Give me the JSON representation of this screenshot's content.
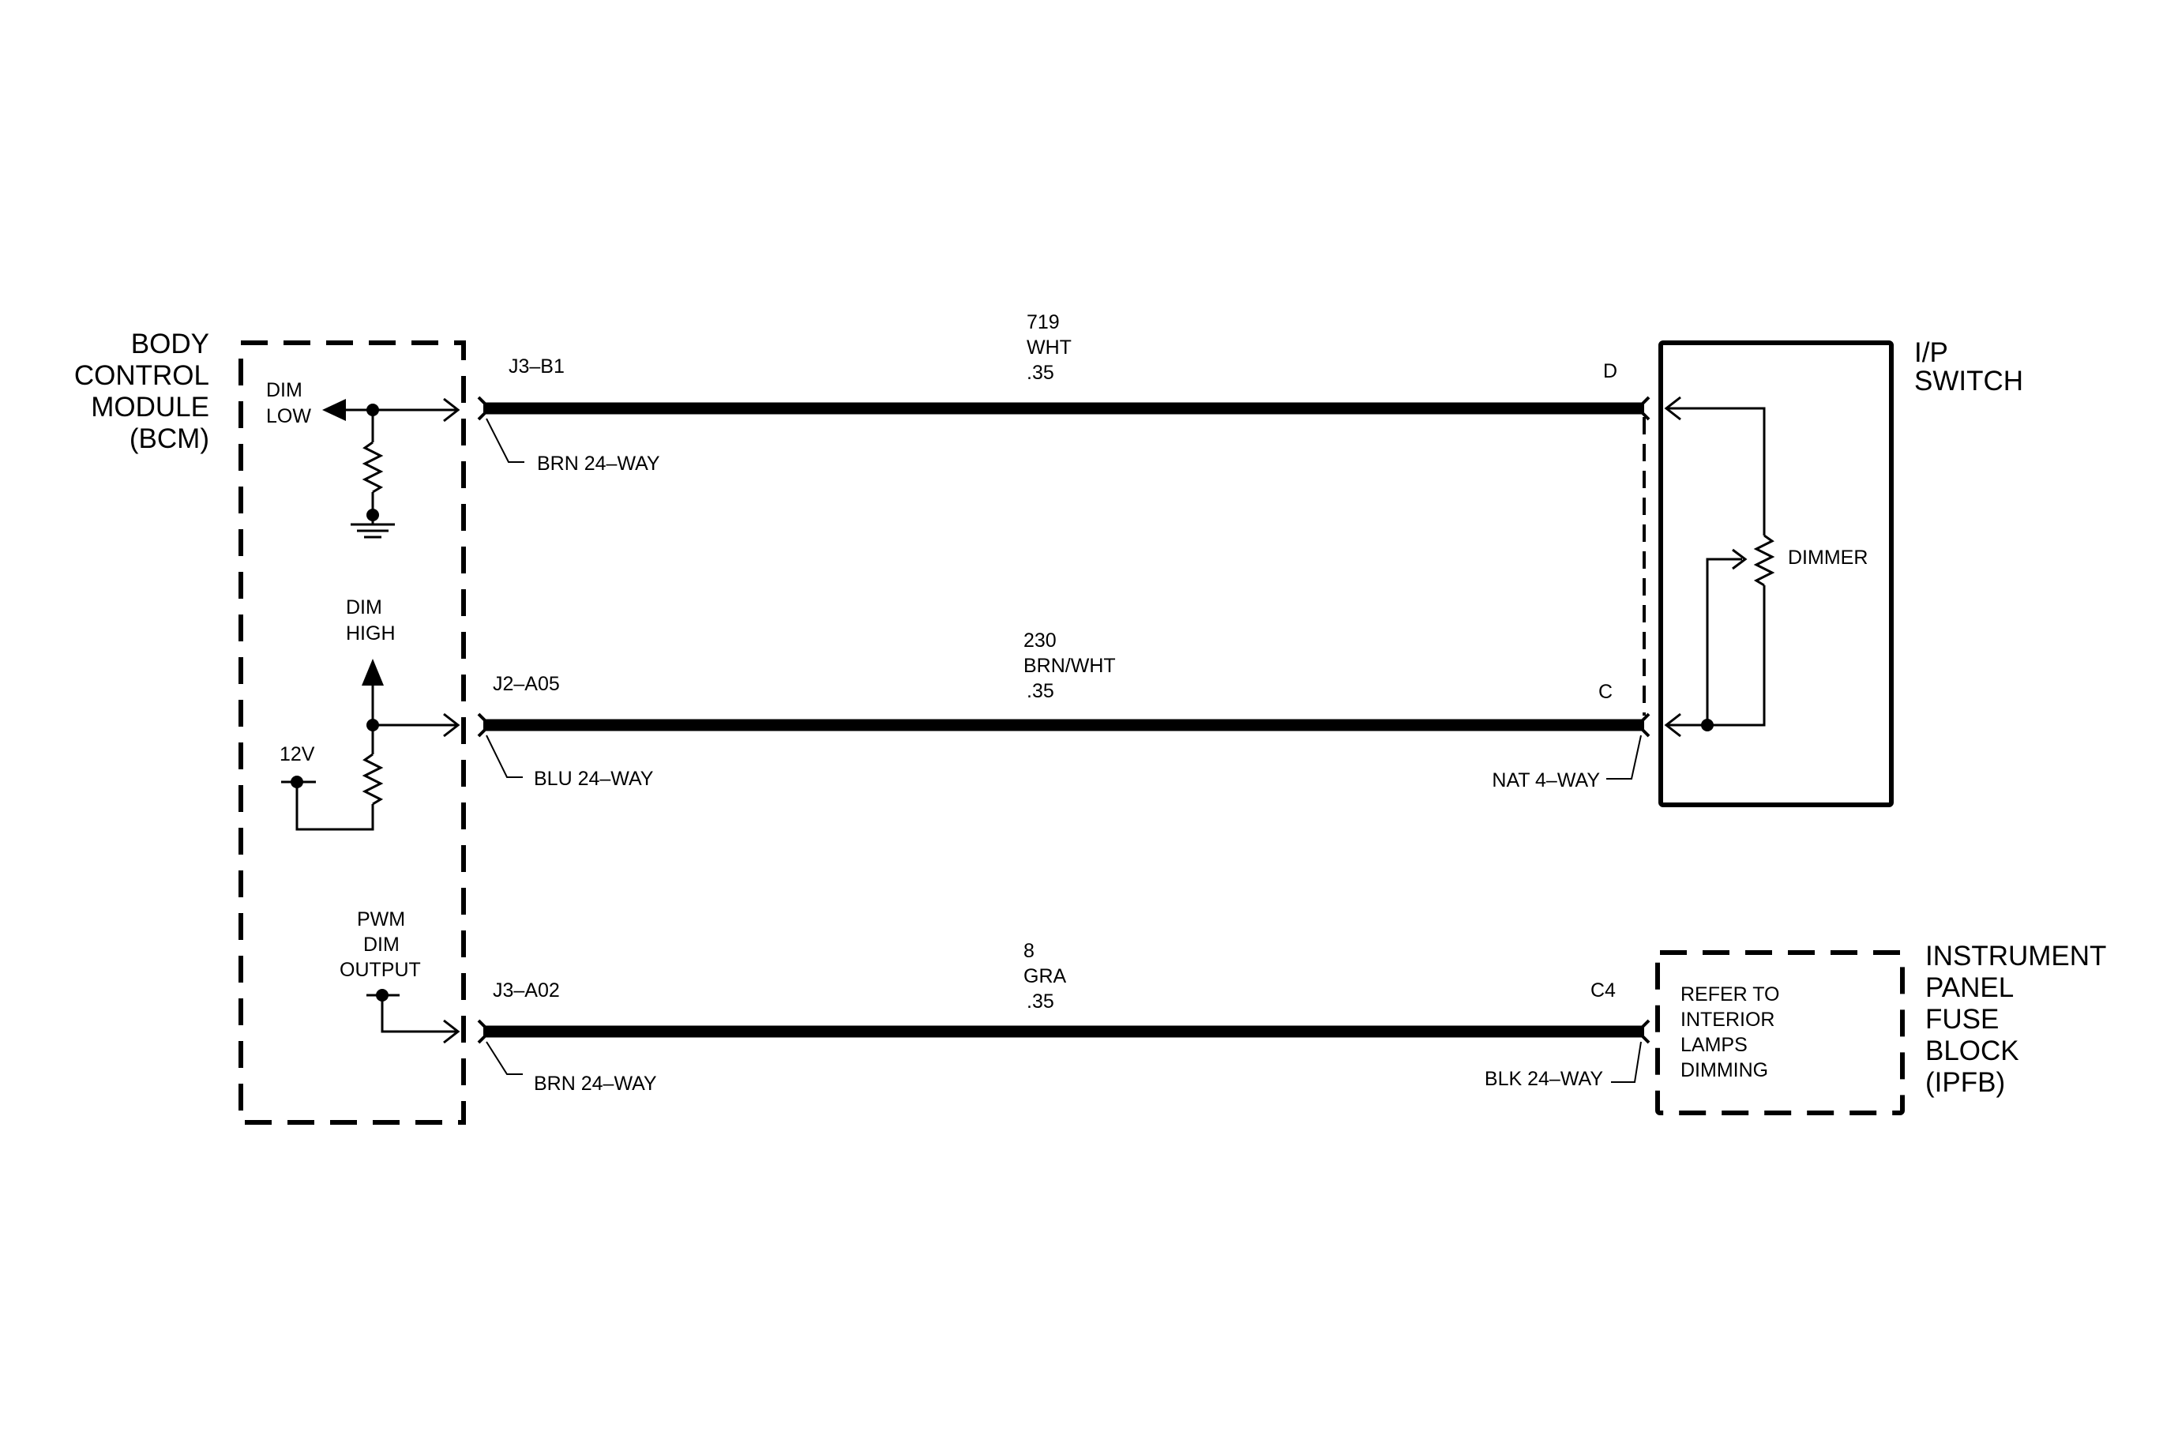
{
  "bcm": {
    "line1": "BODY",
    "line2": "CONTROL",
    "line3": "MODULE",
    "line4": "(BCM)",
    "dim_low_1": "DIM",
    "dim_low_2": "LOW",
    "dim_high_1": "DIM",
    "dim_high_2": "HIGH",
    "v12": "12V",
    "pwm_1": "PWM",
    "pwm_2": "DIM",
    "pwm_3": "OUTPUT"
  },
  "ip_switch": {
    "line1": "I/P",
    "line2": "SWITCH",
    "dimmer": "DIMMER"
  },
  "ipfb": {
    "line1": "INSTRUMENT",
    "line2": "PANEL",
    "line3": "FUSE",
    "line4": "BLOCK",
    "line5": "(IPFB)",
    "refer_1": "REFER TO",
    "refer_2": "INTERIOR",
    "refer_3": "LAMPS",
    "refer_4": "DIMMING"
  },
  "circuits": [
    {
      "circuit": "719",
      "color": "WHT",
      "size": ".35",
      "bcm_pin": "J3–B1",
      "bcm_connector": "BRN 24–WAY",
      "far_pin": "D",
      "far_connector": ""
    },
    {
      "circuit": "230",
      "color": "BRN/WHT",
      "size": ".35",
      "bcm_pin": "J2–A05",
      "bcm_connector": "BLU 24–WAY",
      "far_pin": "C",
      "far_connector": "NAT 4–WAY"
    },
    {
      "circuit": "8",
      "color": "GRA",
      "size": ".35",
      "bcm_pin": "J3–A02",
      "bcm_connector": "BRN 24–WAY",
      "far_pin": "C4",
      "far_connector": "BLK 24–WAY"
    }
  ]
}
